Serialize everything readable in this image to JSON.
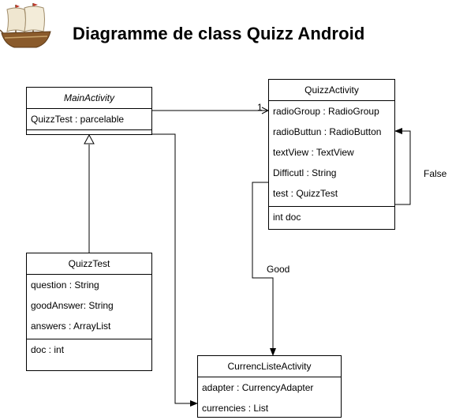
{
  "title": "Diagramme de class Quizz Android",
  "classes": {
    "main_activity": {
      "name": "MainActivity",
      "attributes": [
        "QuizzTest : parcelable"
      ],
      "operations": []
    },
    "quizz_activity": {
      "name": "QuizzActivity",
      "attributes": [
        "radioGroup : RadioGroup",
        "radioButtun : RadioButton",
        "textView : TextView",
        "Difficutl : String",
        "test : QuizzTest"
      ],
      "operations": [
        "int doc"
      ]
    },
    "quizz_test": {
      "name": "QuizzTest",
      "attributes": [
        "question : String",
        "goodAnswer: String",
        "answers : ArrayList"
      ],
      "operations": [
        "doc : int"
      ]
    },
    "currenc_liste_activity": {
      "name": "CurrencListeActivity",
      "attributes": [
        "adapter : CurrencyAdapter",
        "currencies : List"
      ],
      "operations": []
    }
  },
  "edges": {
    "main_to_quizz_multiplicity": "1",
    "false_label": "False",
    "good_label": "Good"
  },
  "icons": {
    "logo": "sailing-ship-icon"
  }
}
